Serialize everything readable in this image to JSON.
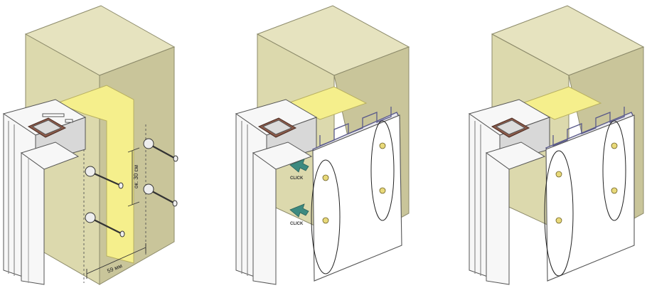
{
  "labels": {
    "dim_vertical": "ок. 30 см",
    "dim_horizontal": "59 мм",
    "click_top": "CLICK",
    "click_bottom": "CLICK"
  },
  "colors": {
    "wall": "#dcd9ad",
    "insulation": "#f5ef8c",
    "arrow": "#3d8a80",
    "steel_reinforcement": "#8a5a4a"
  }
}
